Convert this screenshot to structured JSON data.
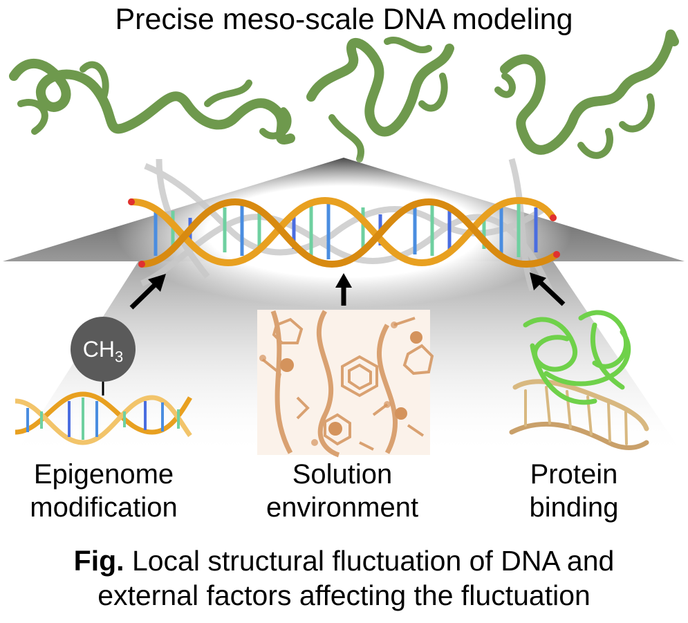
{
  "title": "Precise meso-scale DNA modeling",
  "methyl": {
    "text": "CH",
    "subscript": "3"
  },
  "factors": [
    {
      "line1": "Epigenome",
      "line2": "modification"
    },
    {
      "line1": "Solution",
      "line2": "environment"
    },
    {
      "line1": "Protein",
      "line2": "binding"
    }
  ],
  "caption": {
    "label": "Fig.",
    "line1": "Local structural fluctuation of DNA and",
    "line2": "external factors affecting the fluctuation"
  },
  "colors": {
    "strand": "#e8a020",
    "chromatin": "#5f8f3a",
    "protein": "#6fd14a",
    "solution": "#d4935c",
    "ghost": "#c8c8c8",
    "pyramid": "#7a7a7a"
  }
}
